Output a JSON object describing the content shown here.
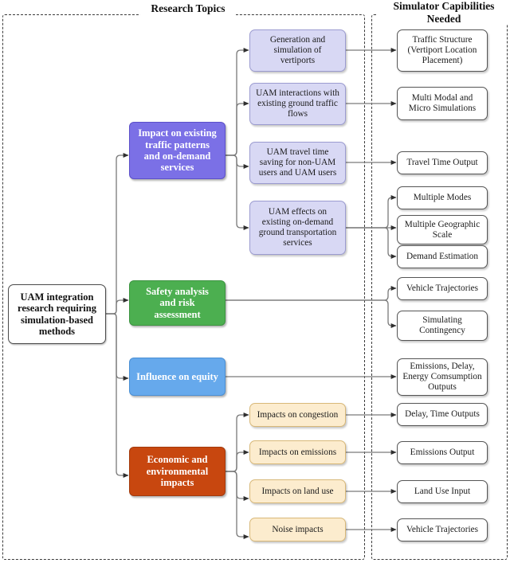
{
  "diagram": {
    "title_left": "Research Topics",
    "title_right": "Simulator Capibilities\nNeeded",
    "root": {
      "label": "UAM integration\nresearch requiring\nsimulation-based\nmethods"
    },
    "colors": {
      "purple": "#7b70e6",
      "green": "#4caf50",
      "blue": "#66a9ec",
      "orange": "#c8470f",
      "lavender": "#d8d8f4",
      "cream": "#fcecce",
      "white": "#ffffff",
      "line": "#6e6e6e"
    },
    "topics": [
      {
        "label": "Impact on existing\ntraffic patterns\nand on-demand\nservices",
        "color": "purple"
      },
      {
        "label": "Safety analysis\nand risk\nassessment",
        "color": "green"
      },
      {
        "label": "Influence on equity",
        "color": "blue"
      },
      {
        "label": "Economic and\nenvironmental\nimpacts",
        "color": "orange"
      }
    ],
    "subtopics": [
      {
        "label": "Generation and\nsimulation of\nvertiports",
        "style": "lav"
      },
      {
        "label": "UAM interactions with\nexisting ground traffic\nflows",
        "style": "lav"
      },
      {
        "label": "UAM travel time\nsaving for non-UAM\nusers and UAM users",
        "style": "lav"
      },
      {
        "label": "UAM effects on\nexisting on-demand\nground transportation\nservices",
        "style": "lav"
      },
      {
        "label": "Impacts on congestion",
        "style": "cream"
      },
      {
        "label": "Impacts on emissions",
        "style": "cream"
      },
      {
        "label": "Impacts on land use",
        "style": "cream"
      },
      {
        "label": "Noise impacts",
        "style": "cream"
      }
    ],
    "capabilities": [
      {
        "label": "Traffic Structure\n(Vertiport Location\nPlacement)"
      },
      {
        "label": "Multi Modal and\nMicro Simulations"
      },
      {
        "label": "Travel Time Output"
      },
      {
        "label": "Multiple Modes"
      },
      {
        "label": "Multiple Geographic\nScale"
      },
      {
        "label": "Demand Estimation"
      },
      {
        "label": "Vehicle Trajectories"
      },
      {
        "label": "Simulating\nContingency"
      },
      {
        "label": "Emissions, Delay,\nEnergy Comsumption\nOutputs"
      },
      {
        "label": "Delay, Time Outputs"
      },
      {
        "label": "Emissions Output"
      },
      {
        "label": "Land Use Input"
      },
      {
        "label": "Vehicle Trajectories"
      }
    ]
  }
}
